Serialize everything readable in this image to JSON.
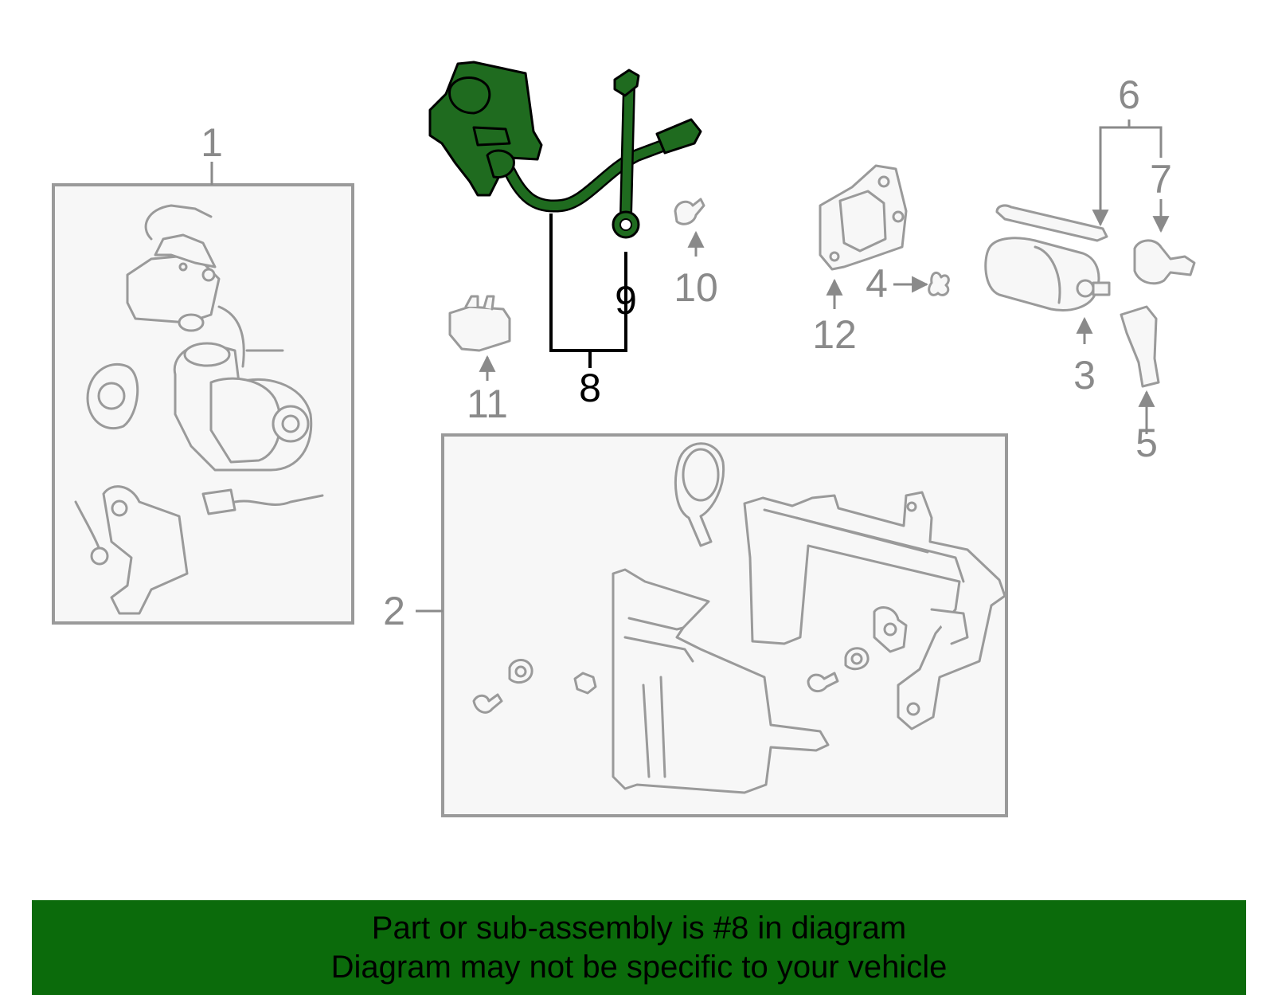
{
  "callouts": [
    {
      "id": "1",
      "text": "1"
    },
    {
      "id": "2",
      "text": "2"
    },
    {
      "id": "3",
      "text": "3"
    },
    {
      "id": "4",
      "text": "4"
    },
    {
      "id": "5",
      "text": "5"
    },
    {
      "id": "6",
      "text": "6"
    },
    {
      "id": "7",
      "text": "7"
    },
    {
      "id": "8",
      "text": "8"
    },
    {
      "id": "9",
      "text": "9"
    },
    {
      "id": "10",
      "text": "10"
    },
    {
      "id": "11",
      "text": "11"
    },
    {
      "id": "12",
      "text": "12"
    }
  ],
  "highlighted_part": "8",
  "colors": {
    "highlight": "#1f6b1f",
    "banner": "#0b6b0b",
    "outline": "#9a9a9a"
  },
  "banner": {
    "line1": "Part or sub-assembly is #8 in diagram",
    "line2": "Diagram may not be specific to your vehicle"
  }
}
